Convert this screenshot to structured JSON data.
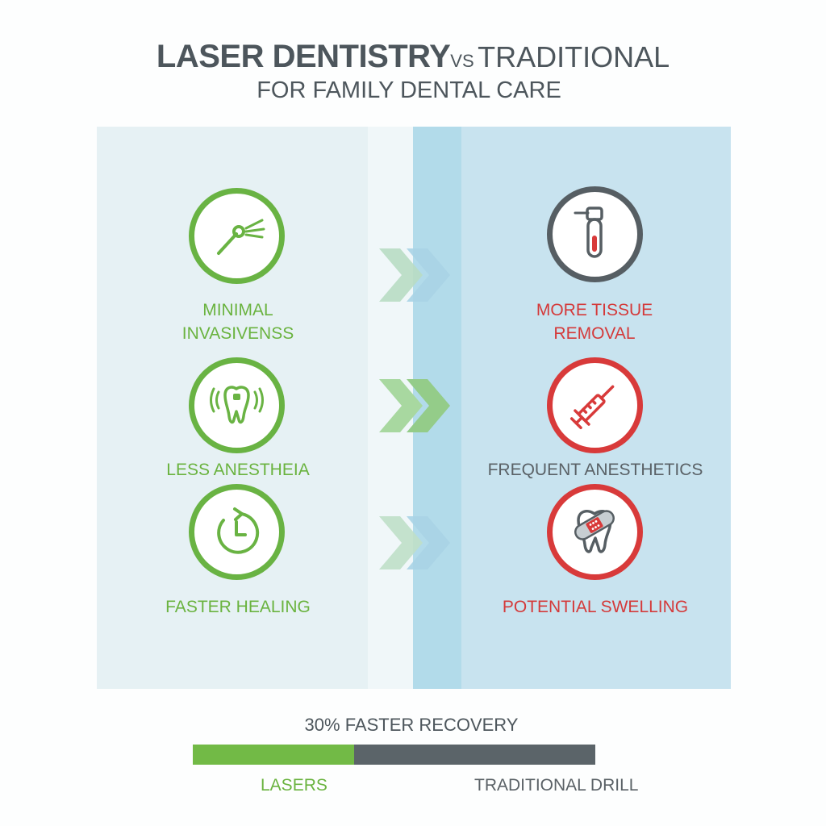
{
  "header": {
    "title_bold": "LASER DENTISTRY",
    "title_vs": "VS",
    "title_rest": "TRADITIONAL",
    "subtitle": "FOR FAMILY DENTAL CARE"
  },
  "colors": {
    "laser_green": "#69b343",
    "traditional_red": "#d83a3a",
    "traditional_gray": "#565e63",
    "panel_left": "#e6f1f4",
    "panel_right": "#c8e3ef"
  },
  "laser": {
    "items": [
      {
        "label_line1": "MINIMAL",
        "label_line2": "INVASIVENSS",
        "icon": "laser-handpiece-icon"
      },
      {
        "label": "LESS ANESTHEIA",
        "icon": "tooth-icon"
      },
      {
        "label": "FASTER HEALING",
        "icon": "clock-refresh-icon"
      }
    ]
  },
  "traditional": {
    "items": [
      {
        "label_line1": "MORE TISSUE",
        "label_line2": "REMOVAL",
        "icon": "dental-drill-icon"
      },
      {
        "label": "FREQUENT ANESTHETICS",
        "icon": "syringe-icon"
      },
      {
        "label": "POTENTIAL SWELLING",
        "icon": "bandaged-tooth-icon"
      }
    ]
  },
  "recovery": {
    "caption": "30% FASTER RECOVERY",
    "laser_share": 0.4,
    "laser_label": "LASERS",
    "traditional_label": "TRADITIONAL DRILL"
  }
}
